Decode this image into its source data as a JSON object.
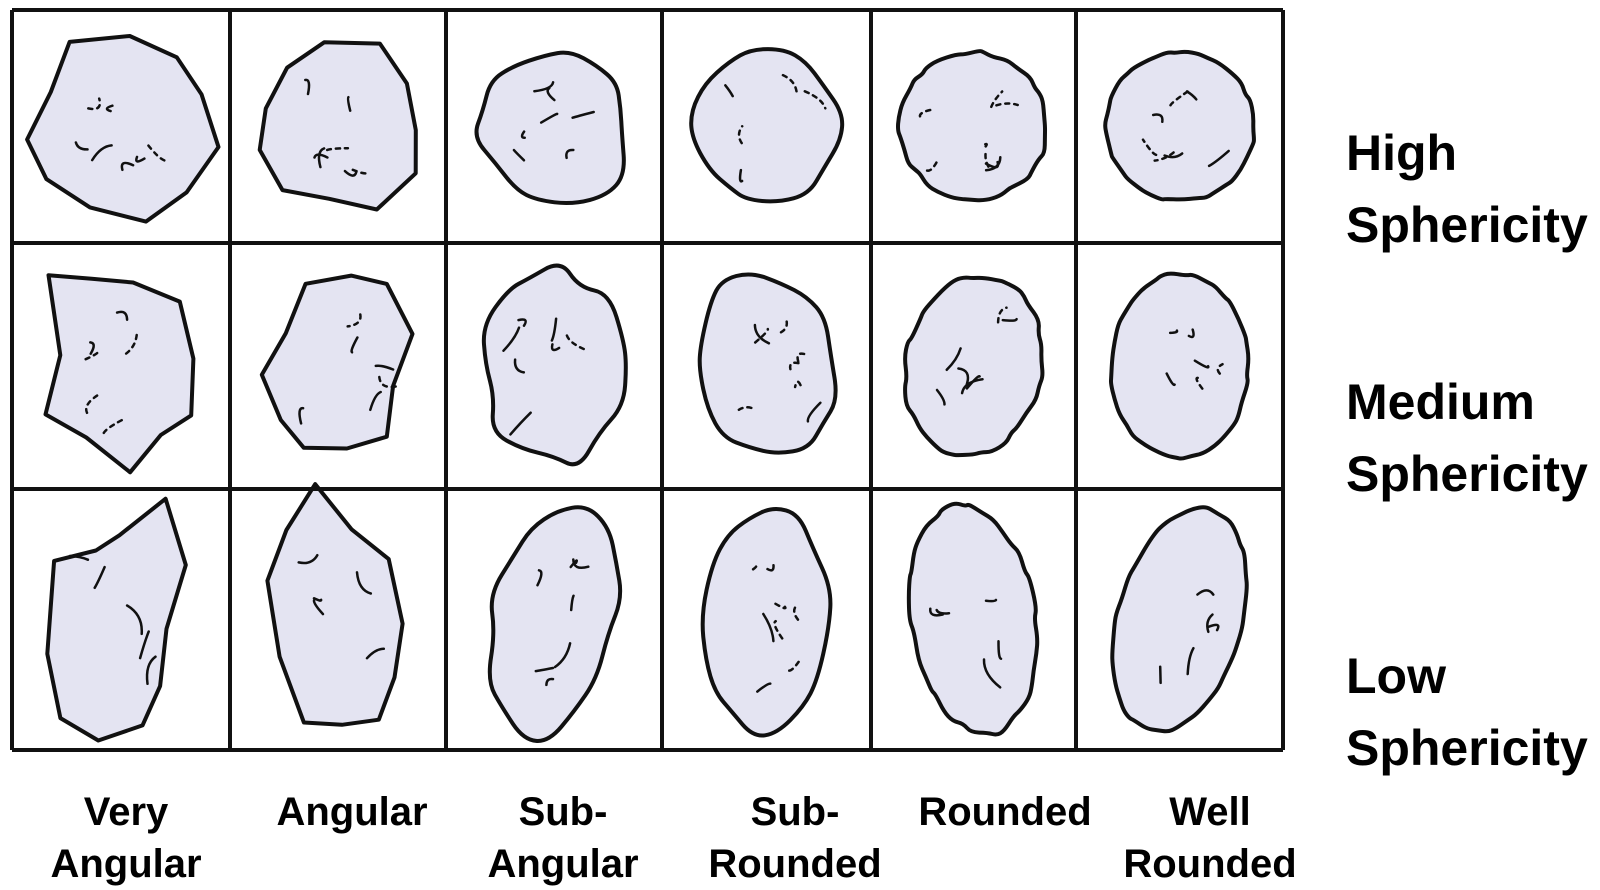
{
  "roundness_classes": [
    {
      "line1": "Very",
      "line2": "Angular"
    },
    {
      "line1": "Angular",
      "line2": ""
    },
    {
      "line1": "Sub-",
      "line2": "Angular"
    },
    {
      "line1": "Sub-",
      "line2": "Rounded"
    },
    {
      "line1": "Rounded",
      "line2": ""
    },
    {
      "line1": "Well",
      "line2": "Rounded"
    }
  ],
  "sphericity_classes": [
    {
      "line1": "High",
      "line2": "Sphericity"
    },
    {
      "line1": "Medium",
      "line2": "Sphericity"
    },
    {
      "line1": "Low",
      "line2": "Sphericity"
    }
  ],
  "colors": {
    "grain_fill": "#e4e4f2",
    "outline": "#111111",
    "grid_line": "#111111",
    "background": "#ffffff"
  },
  "grain_icon": "sediment-grain-sketch"
}
